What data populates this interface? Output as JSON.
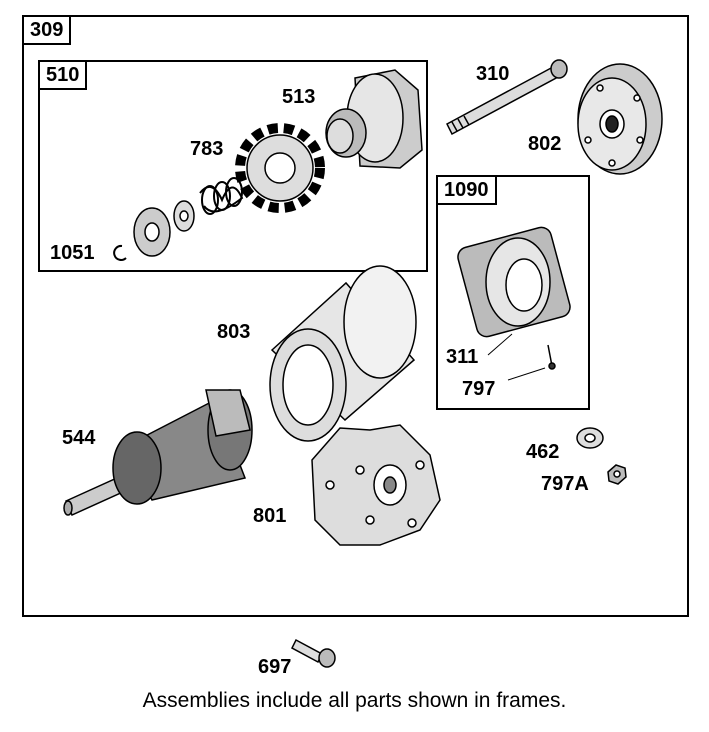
{
  "frames": {
    "main": "309",
    "starter_drive": "510",
    "brush_assembly": "1090"
  },
  "parts": {
    "p310": "310",
    "p802": "802",
    "p513": "513",
    "p783": "783",
    "p1051": "1051",
    "p803": "803",
    "p311": "311",
    "p797": "797",
    "p544": "544",
    "p462": "462",
    "p797A": "797A",
    "p801": "801",
    "p697": "697"
  },
  "caption": "Assemblies include all parts shown in frames."
}
